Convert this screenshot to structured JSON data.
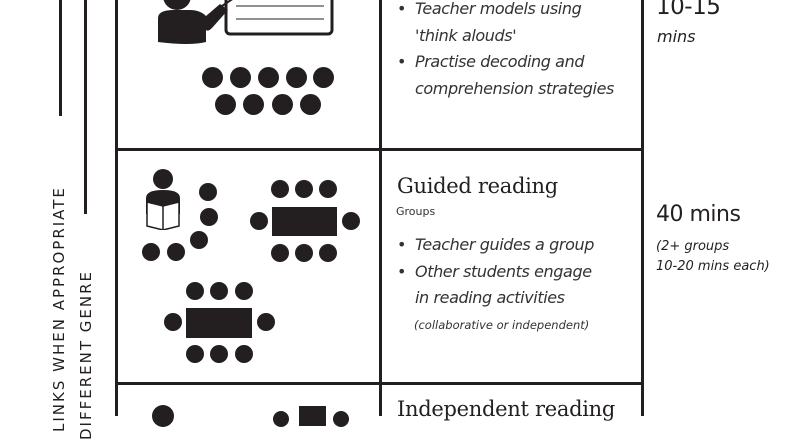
{
  "side_labels": {
    "outer": "LINKS WHEN APPROPRIATE",
    "inner": "DIFFERENT GENRE"
  },
  "rows": [
    {
      "id": "modelled-reading",
      "bullets": [
        "Teacher models using",
        "'think alouds'",
        "Practise decoding and",
        "comprehension strategies"
      ],
      "time": {
        "main": "10-15",
        "unit": "mins"
      },
      "icon": "teacher-at-whiteboard-with-class"
    },
    {
      "id": "guided-reading",
      "title": "Guided reading",
      "subtitle": "Groups",
      "bullets": [
        "Teacher guides a group",
        "Other students engage",
        "in reading activities"
      ],
      "note": "(collaborative or independent)",
      "time": {
        "main": "40 mins",
        "detail_line1": "(2+ groups",
        "detail_line2": "10-20 mins each)"
      },
      "icon": "teacher-with-groups-at-tables"
    },
    {
      "id": "independent-reading",
      "title": "Independent reading",
      "icon": "students-reading-independently"
    }
  ],
  "colors": {
    "ink": "#231f20",
    "background": "#ffffff"
  }
}
